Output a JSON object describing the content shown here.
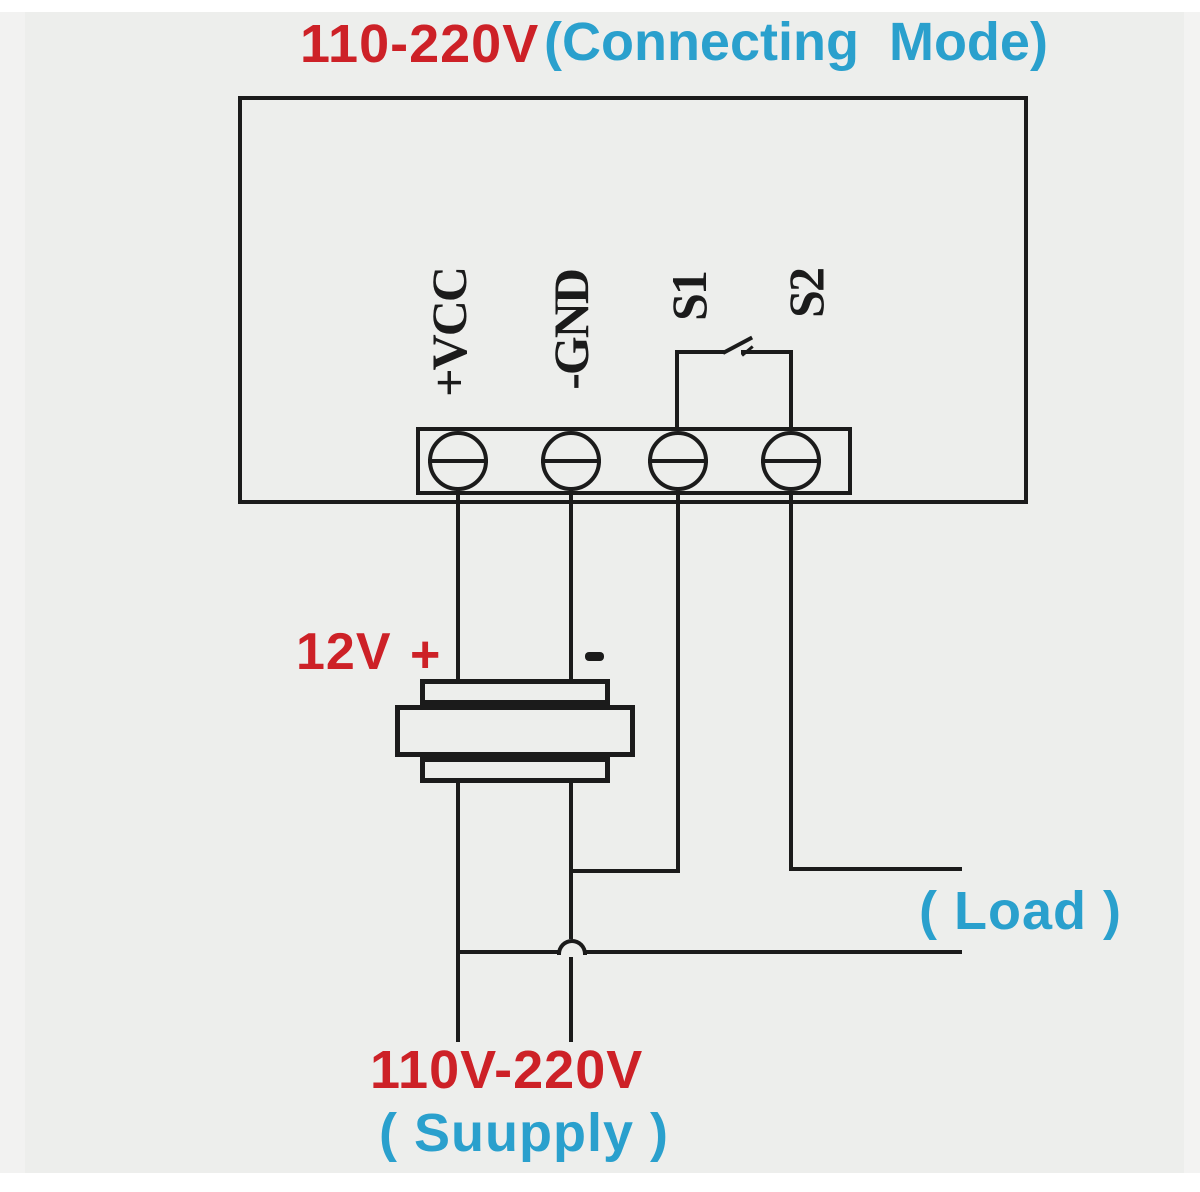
{
  "title": {
    "voltage": "110-220V",
    "mode": "(Connecting  Mode)"
  },
  "terminals": {
    "vcc": "+VCC",
    "gnd": "-GND",
    "s1": "S1",
    "s2": "S2"
  },
  "dc": {
    "label": "12V",
    "plus": "+",
    "minus": "-"
  },
  "load": {
    "label": "( Load )"
  },
  "supply": {
    "voltage": "110V-220V",
    "label": "( Suupply )"
  },
  "colors": {
    "red": "#cd2127",
    "cyan": "#2aa0cd",
    "line": "#1b1b1b",
    "bg": "#edeeec",
    "band": "#ffffff"
  }
}
